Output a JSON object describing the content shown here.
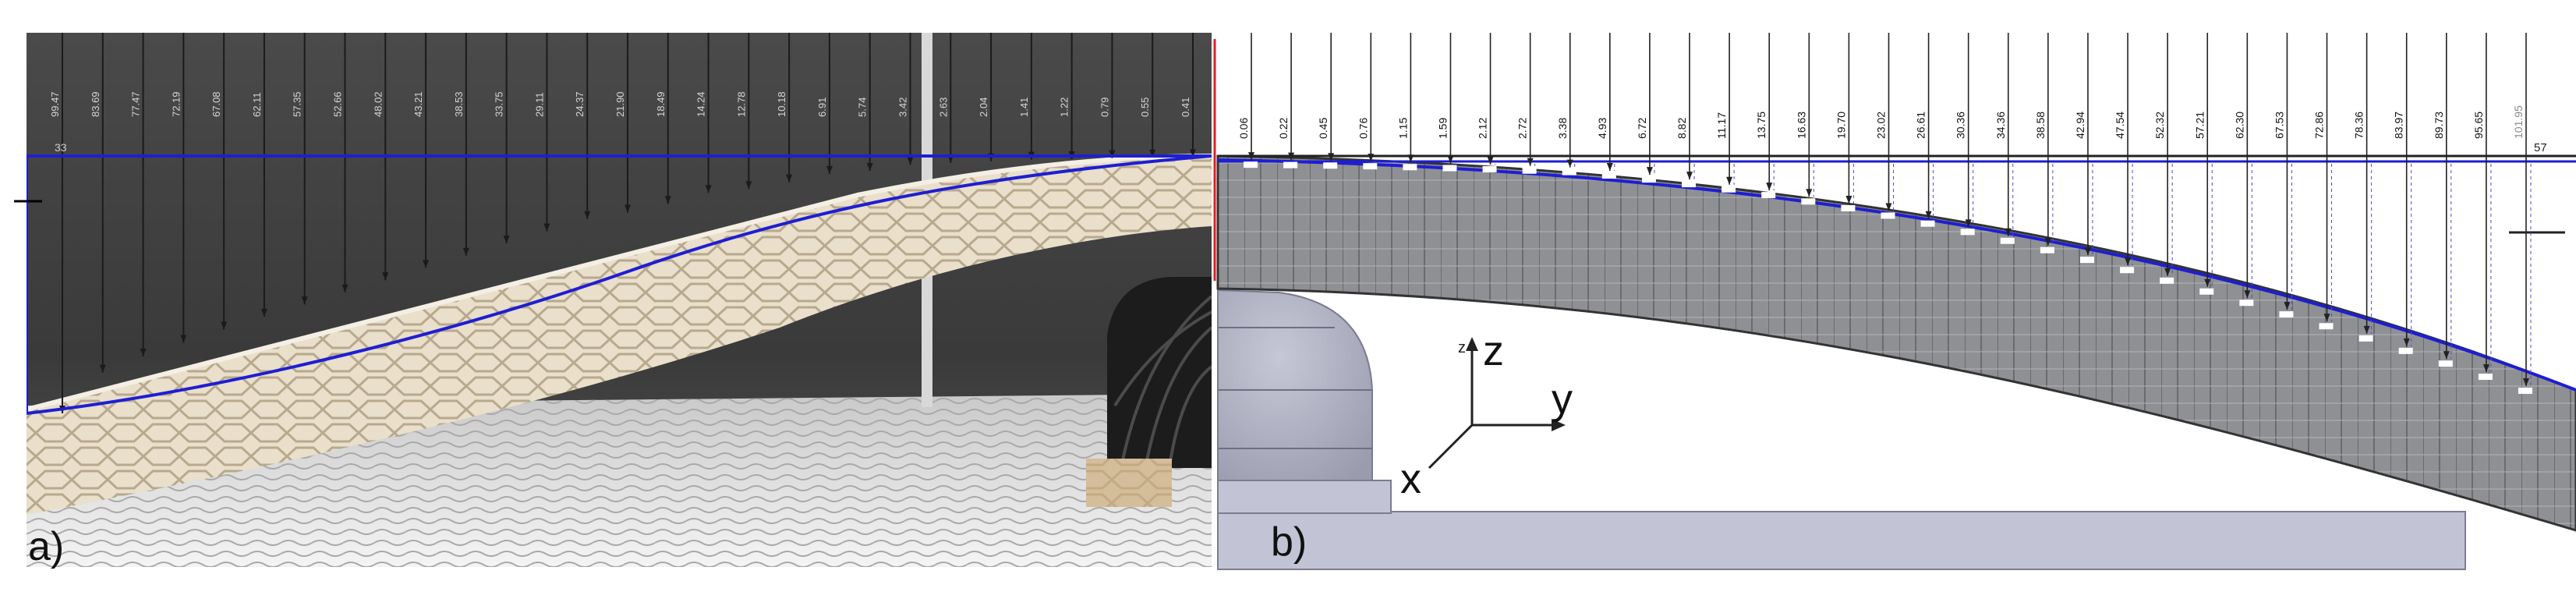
{
  "figure": {
    "panel_a_label": "a)",
    "panel_b_label": "b)",
    "axes": {
      "z": "z",
      "y": "y",
      "x": "x"
    }
  },
  "panel_a": {
    "ref_line_label": "33",
    "measurements": [
      "99.47",
      "83.69",
      "77.47",
      "72.19",
      "67.08",
      "62.11",
      "57.35",
      "52.66",
      "48.02",
      "43.21",
      "38.53",
      "33.75",
      "29.11",
      "24.37",
      "21.90",
      "18.49",
      "14.24",
      "12.78",
      "10.18",
      "6.91",
      "5.74",
      "3.42",
      "2.63",
      "2.04",
      "1.41",
      "1.22",
      "0.79",
      "0.55",
      "0.41"
    ]
  },
  "panel_b": {
    "ref_line_label": "57",
    "measurements": [
      "0.06",
      "0.22",
      "0.45",
      "0.76",
      "1.15",
      "1.59",
      "2.12",
      "2.72",
      "3.38",
      "4.93",
      "6.72",
      "8.82",
      "11.17",
      "13.75",
      "16.63",
      "19.70",
      "23.02",
      "26.61",
      "30.36",
      "34.36",
      "38.58",
      "42.94",
      "47.54",
      "52.32",
      "57.21",
      "62.30",
      "67.53",
      "72.86",
      "78.36",
      "83.97",
      "89.73",
      "95.65",
      "101.95"
    ]
  },
  "colors": {
    "reference_line": "#1e1ed2",
    "dimension_lines": "#222222",
    "photo_background": "#3b3b3b",
    "honeycomb": "#e8dcc6",
    "cad_structure": "#8d8d92",
    "cad_support": "#c3c5d6"
  }
}
